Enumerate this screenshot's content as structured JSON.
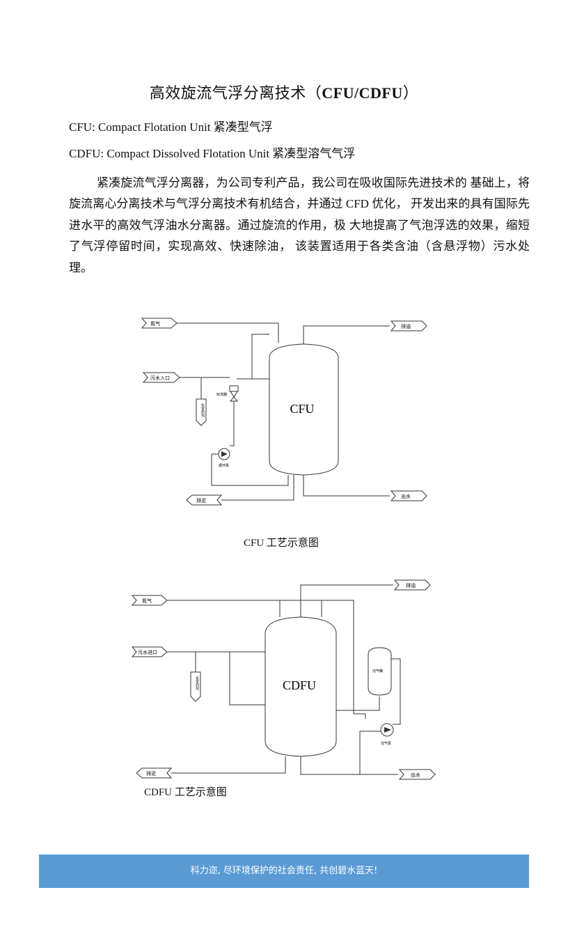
{
  "doc": {
    "title_cn": "高效旋流气浮分离技术（",
    "title_en": "CFU/CDFU",
    "title_close": "）",
    "cfu_line": "CFU: Compact Flotation Unit 紧凑型气浮",
    "cdfu_line": "CDFU: Compact Dissolved Flotation Unit 紧凑型溶气气浮",
    "paragraph": "紧凑旋流气浮分离器，为公司专利产品，我公司在吸收国际先进技术的 基础上，将旋流离心分离技术与气浮分离技术有机结合，并通过 CFD 优化， 开发出来的具有国际先进水平的高效气浮油水分离器。通过旋流的作用，极 大地提高了气泡浮选的效果，缩短了气浮停留时间，实现高效、快速除油， 该装置适用于各类含油（含悬浮物）污水处理。"
  },
  "cfu_diagram": {
    "vessel": "CFU",
    "nitrogen": "氮气",
    "inlet": "污水入口",
    "chem": "化学药剂",
    "ejector": "射流器",
    "pump": "循环泵",
    "oil": "排油",
    "sludge": "排泥",
    "water": "出水",
    "caption": "CFU 工艺示意图"
  },
  "cdfu_diagram": {
    "vessel": "CDFU",
    "nitrogen": "氮气",
    "inlet": "污水进口",
    "chem": "化学药剂",
    "tank": "溶气罐",
    "pump": "溶气泵",
    "oil": "排油",
    "sludge": "排泥",
    "water": "出水",
    "caption": "CDFU 工艺示意图"
  },
  "footer": {
    "slogan": "科力迩, 尽环境保护的社会责任, 共创碧水蓝天!",
    "bg_color": "#5b9bd5"
  }
}
